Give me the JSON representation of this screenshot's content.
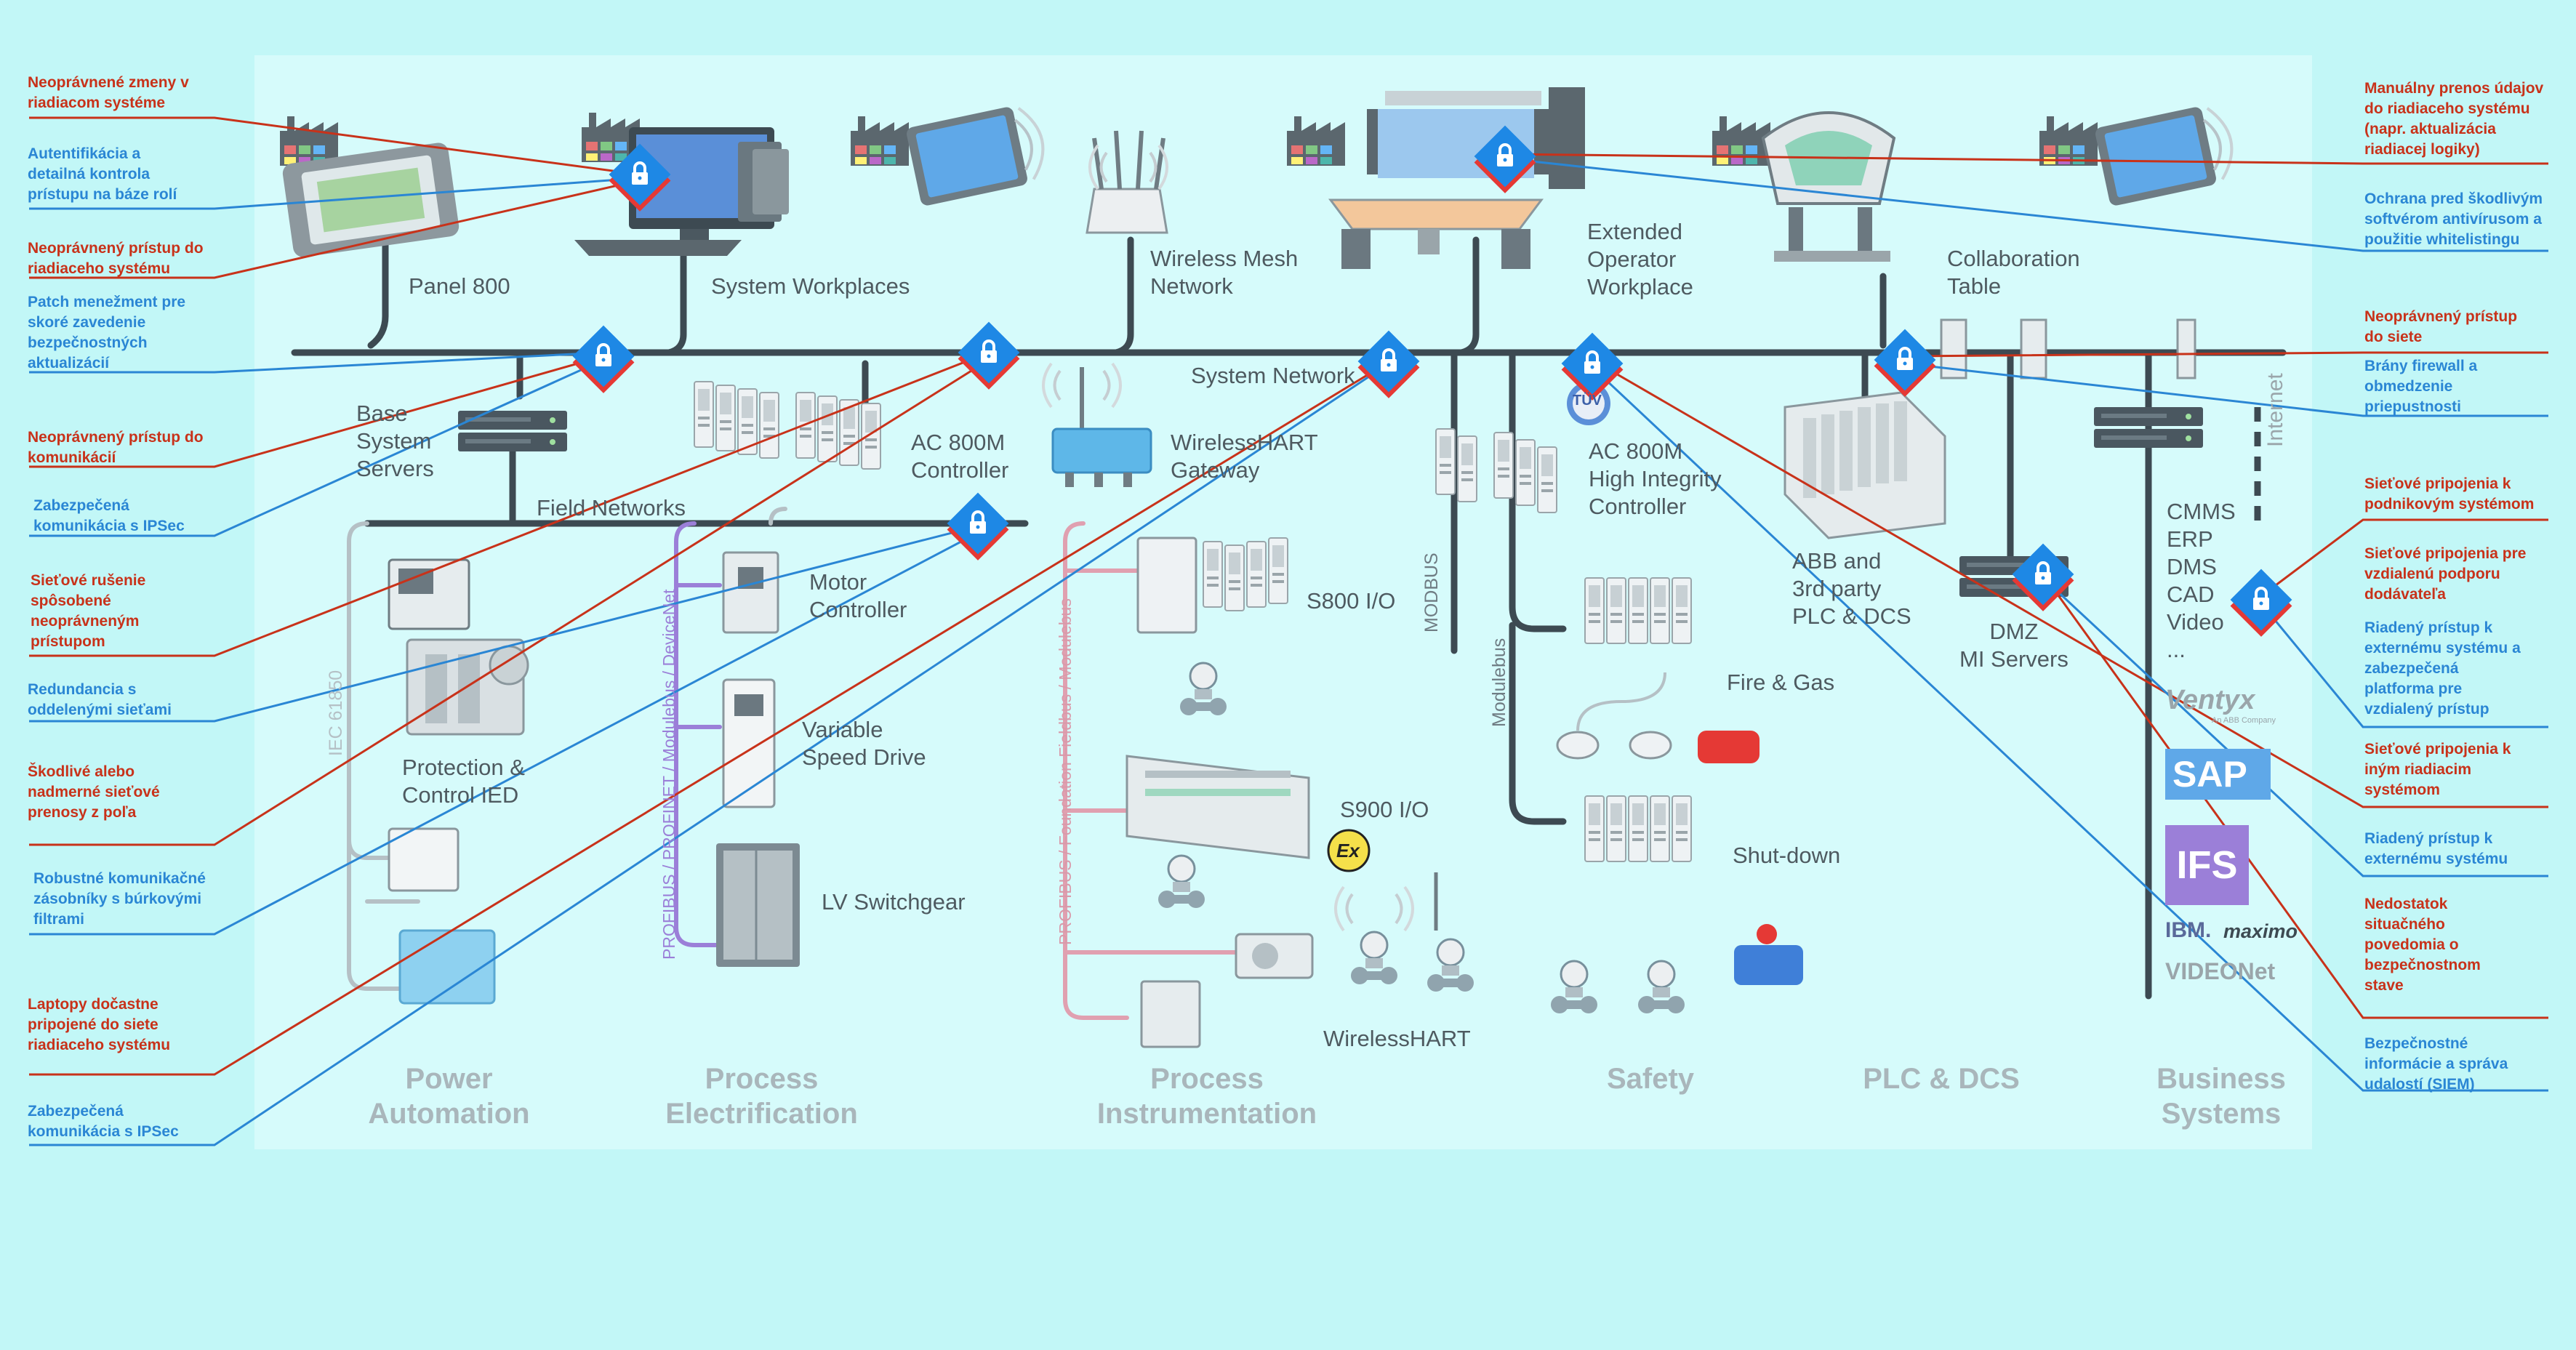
{
  "colors": {
    "background": "#c2f7f7",
    "panel": "#d6fbfb",
    "network": "#3d4a52",
    "red_annotation": "#c8321a",
    "blue_annotation": "#2a86d4",
    "lock": "#1e88e5",
    "lock_shadow": "#e53935"
  },
  "components": {
    "panel800": "Panel 800",
    "system_workplaces": "System Workplaces",
    "wireless_mesh": "Wireless Mesh\nNetwork",
    "extended_operator": "Extended\nOperator\nWorkplace",
    "collaboration_table": "Collaboration\nTable",
    "system_network": "System Network",
    "base_system_servers": "Base\nSystem\nServers",
    "ac800m_controller": "AC 800M\nController",
    "wirelesshart_gateway": "WirelessHART\nGateway",
    "ac800m_hi": "AC 800M\nHigh Integrity\nController",
    "abb_3rd_party": "ABB and\n3rd party\nPLC & DCS",
    "dmz": "DMZ\nMI Servers",
    "business_list": "CMMS\nERP\nDMS\nCAD\nVideo\n...",
    "field_networks": "Field Networks",
    "motor_controller": "Motor\nController",
    "vsd": "Variable\nSpeed Drive",
    "lv_switchgear": "LV Switchgear",
    "protection_ied": "Protection &\nControl IED",
    "s800": "S800 I/O",
    "s900": "S900 I/O",
    "wirelesshart": "WirelessHART",
    "fire_gas": "Fire & Gas",
    "shutdown": "Shut-down"
  },
  "vertical_labels": {
    "iec": "IEC 61850",
    "profibus_pe": "PROFIBUS / PROFINET / Modulebus / DeviceNet",
    "profibus_pi": "PROFIBUS / Foundation Fieldbus / Modulebus",
    "modbus": "MODBUS",
    "modulebus": "Modulebus",
    "internet": "Internet"
  },
  "categories": {
    "power": "Power\nAutomation",
    "process_elec": "Process\nElectrification",
    "process_instr": "Process\nInstrumentation",
    "safety": "Safety",
    "plc_dcs": "PLC & DCS",
    "business": "Business\nSystems"
  },
  "logos": {
    "ventyx": "Ventyx",
    "ventyx_sub": "An ABB Company",
    "sap": "SAP",
    "ifs": "IFS",
    "ibm": "IBM.",
    "maximo": "maximo",
    "videonet": "VIDEONet",
    "tuv": "TÜV",
    "ex": "Ex"
  },
  "annotations_left": [
    {
      "text": "Neoprávnené zmeny v\nriadiacom systéme",
      "color": "red"
    },
    {
      "text": "Autentifikácia a\ndetailná kontrola\nprístupu na báze rolí",
      "color": "blue"
    },
    {
      "text": "Neoprávnený prístup do\nriadiaceho systému",
      "color": "red"
    },
    {
      "text": "Patch menežment pre\nskoré zavedenie\nbezpečnostných\naktualizácií",
      "color": "blue"
    },
    {
      "text": "Neoprávnený prístup do\nkomunikácií",
      "color": "red"
    },
    {
      "text": "Zabezpečená\nkomunikácia s IPSec",
      "color": "blue"
    },
    {
      "text": "Sieťové rušenie\nspôsobené\nneoprávneným\nprístupom",
      "color": "red"
    },
    {
      "text": "Redundancia s\noddelenými sieťami",
      "color": "blue"
    },
    {
      "text": "Škodlivé alebo\nnadmerné sieťové\nprenosy z poľa",
      "color": "red"
    },
    {
      "text": "Robustné komunikačné\nzásobníky s búrkovými\nfiltrami",
      "color": "blue"
    },
    {
      "text": "Laptopy dočastne\npripojené do siete\nriadiaceho systému",
      "color": "red"
    },
    {
      "text": "Zabezpečená\nkomunikácia s IPSec",
      "color": "blue"
    }
  ],
  "annotations_right": [
    {
      "text": "Manuálny prenos údajov\ndo riadiaceho systému\n(napr. aktualizácia\nriadiacej logiky)",
      "color": "red"
    },
    {
      "text": "Ochrana pred škodlivým\nsoftvérom antivírusom a\npoužitie whitelistingu",
      "color": "blue"
    },
    {
      "text": "Neoprávnený prístup\ndo siete",
      "color": "red"
    },
    {
      "text": "Brány firewall a\nobmedzenie\npriepustnosti",
      "color": "blue"
    },
    {
      "text": "Sieťové pripojenia k\npodnikovým systémom",
      "color": "red"
    },
    {
      "text": "Sieťové pripojenia pre\nvzdialenú podporu\ndodávateľa",
      "color": "red"
    },
    {
      "text": "Riadený prístup k\nexternému systému a\nzabezpečená\nplatforma pre\nvzdialený prístup",
      "color": "blue"
    },
    {
      "text": "Sieťové pripojenia k\niným riadiacim\nsystémom",
      "color": "red"
    },
    {
      "text": "Riadený prístup k\nexternému systému",
      "color": "blue"
    },
    {
      "text": "Nedostatok\nsituačného\npovedomia o\nbezpečnostnom\nstave",
      "color": "red"
    },
    {
      "text": "Bezpečnostné\ninformácie a správa\nudalostí (SIEM)",
      "color": "blue"
    }
  ]
}
